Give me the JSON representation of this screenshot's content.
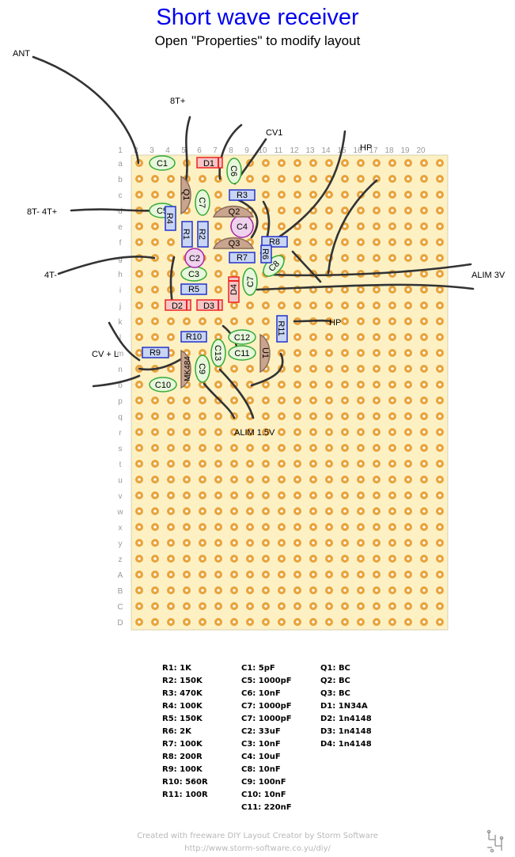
{
  "title": "Short wave receiver",
  "subtitle": "Open \"Properties\" to modify layout",
  "board": {
    "col_labels": [
      "1",
      "2",
      "3",
      "4",
      "5",
      "6",
      "7",
      "8",
      "9",
      "10",
      "11",
      "12",
      "13",
      "14",
      "15",
      "16",
      "17",
      "18",
      "19",
      "20"
    ],
    "row_labels": [
      "a",
      "b",
      "c",
      "d",
      "e",
      "f",
      "g",
      "h",
      "i",
      "j",
      "k",
      "l",
      "m",
      "n",
      "o",
      "p",
      "q",
      "r",
      "s",
      "t",
      "u",
      "v",
      "w",
      "x",
      "y",
      "z",
      "A",
      "B",
      "C",
      "D"
    ],
    "colors": {
      "board": "#fdf1c4",
      "pad": "#e8a33b",
      "hole": "#ffffff",
      "wire": "#333333",
      "resistor": "#2233cc",
      "resistor_fill": "#c9d5f4",
      "diode": "#ee2222",
      "diode_fill": "#f5c6c6",
      "capacitor": "#33aa33",
      "capacitor_fill": "#e7f7dc",
      "electrolytic": "#aa22aa",
      "transistor": "#b58f79"
    }
  },
  "external_labels": {
    "ant": "ANT",
    "t8p": "8T+",
    "cv1": "CV1",
    "hp_top": "HP",
    "t8m4t": "8T- 4T+",
    "t4m": "4T-",
    "alim3v": "ALIM 3V",
    "hp_mid": "HP",
    "cvl": "CV + L",
    "alim15": "ALIM 1.5V"
  },
  "components": {
    "C1": "C1",
    "D1": "D1",
    "C6": "C6",
    "Q1": "Q1",
    "C7top": "C7",
    "R3": "R3",
    "C5": "C5",
    "R4": "R4",
    "Q2": "Q2",
    "C4": "C4",
    "R1": "R1",
    "R2": "R2",
    "Q3": "Q3",
    "R8": "R8",
    "C2": "C2",
    "R7": "R7",
    "R6": "R6",
    "C8": "C8",
    "C3": "C3",
    "C7": "C7",
    "R5": "R5",
    "D4": "D4",
    "D2": "D2",
    "D3": "D3",
    "R11": "R11",
    "R10": "R10",
    "C12": "C12",
    "R9": "R9",
    "C13": "C13",
    "C11": "C11",
    "U1": "U1",
    "MK484": "MK484",
    "C9": "C9",
    "C10": "C10"
  },
  "bom": {
    "resistors": [
      "R1: 1K",
      "R2: 150K",
      "R3: 470K",
      "R4: 100K",
      "R5: 150K",
      "R6: 2K",
      "R7: 100K",
      "R8: 200R",
      "R9: 100K",
      "R10: 560R",
      "R11: 100R"
    ],
    "capacitors": [
      "C1: 5pF",
      "C5: 1000pF",
      "C6: 10nF",
      "C7: 1000pF",
      "C7: 1000pF",
      "C2: 33uF",
      "C3: 10nF",
      "C4: 10uF",
      "C8: 10nF",
      "C9: 100nF",
      "C10: 10nF",
      "C11: 220nF"
    ],
    "semis": [
      "Q1: BC",
      "Q2: BC",
      "Q3: BC",
      "D1: 1N34A",
      "D2: 1n4148",
      "D3: 1n4148",
      "D4: 1n4148"
    ]
  },
  "credit": {
    "line1": "Created with freeware DIY Layout Creator by Storm Software",
    "line2": "http://www.storm-software.co.yu/diy/"
  }
}
